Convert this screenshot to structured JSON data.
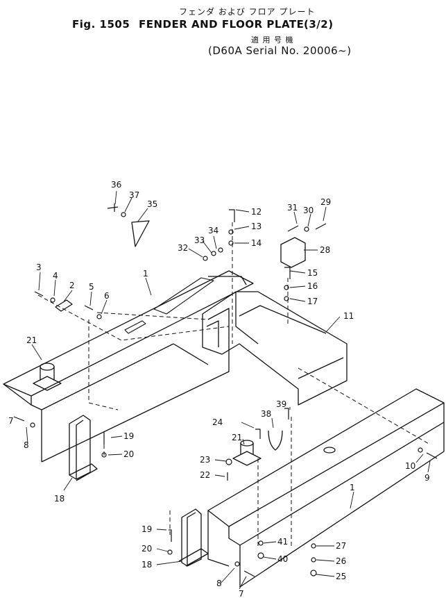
{
  "header": {
    "title_jp": "フェンダ および フロア プレート",
    "fig_label": "Fig. 1505",
    "title": "FENDER AND FLOOR PLATE",
    "sheet": "(3/2)",
    "applicable_jp": "適 用 号 機",
    "serial": "D60A Serial No. 20006~"
  },
  "callouts": [
    {
      "id": "c36",
      "text": "36"
    },
    {
      "id": "c37",
      "text": "37"
    },
    {
      "id": "c35",
      "text": "35"
    },
    {
      "id": "c12",
      "text": "12"
    },
    {
      "id": "c13",
      "text": "13"
    },
    {
      "id": "c14",
      "text": "14"
    },
    {
      "id": "c34",
      "text": "34"
    },
    {
      "id": "c33",
      "text": "33"
    },
    {
      "id": "c32",
      "text": "32"
    },
    {
      "id": "c31",
      "text": "31"
    },
    {
      "id": "c30",
      "text": "30"
    },
    {
      "id": "c29",
      "text": "29"
    },
    {
      "id": "c28",
      "text": "28"
    },
    {
      "id": "c15",
      "text": "15"
    },
    {
      "id": "c16",
      "text": "16"
    },
    {
      "id": "c17",
      "text": "17"
    },
    {
      "id": "c11",
      "text": "11"
    },
    {
      "id": "c3",
      "text": "3"
    },
    {
      "id": "c4",
      "text": "4"
    },
    {
      "id": "c2",
      "text": "2"
    },
    {
      "id": "c5",
      "text": "5"
    },
    {
      "id": "c6",
      "text": "6"
    },
    {
      "id": "c1a",
      "text": "1"
    },
    {
      "id": "c21a",
      "text": "21"
    },
    {
      "id": "c7a",
      "text": "7"
    },
    {
      "id": "c8a",
      "text": "8"
    },
    {
      "id": "c19a",
      "text": "19"
    },
    {
      "id": "c20a",
      "text": "20"
    },
    {
      "id": "c18a",
      "text": "18"
    },
    {
      "id": "c39",
      "text": "39"
    },
    {
      "id": "c38",
      "text": "38"
    },
    {
      "id": "c24",
      "text": "24"
    },
    {
      "id": "c21b",
      "text": "21"
    },
    {
      "id": "c23",
      "text": "23"
    },
    {
      "id": "c22",
      "text": "22"
    },
    {
      "id": "c10",
      "text": "10"
    },
    {
      "id": "c9",
      "text": "9"
    },
    {
      "id": "c1b",
      "text": "1"
    },
    {
      "id": "c19b",
      "text": "19"
    },
    {
      "id": "c20b",
      "text": "20"
    },
    {
      "id": "c18b",
      "text": "18"
    },
    {
      "id": "c41",
      "text": "41"
    },
    {
      "id": "c40",
      "text": "40"
    },
    {
      "id": "c27",
      "text": "27"
    },
    {
      "id": "c26",
      "text": "26"
    },
    {
      "id": "c25",
      "text": "25"
    },
    {
      "id": "c8b",
      "text": "8"
    },
    {
      "id": "c7b",
      "text": "7"
    }
  ]
}
